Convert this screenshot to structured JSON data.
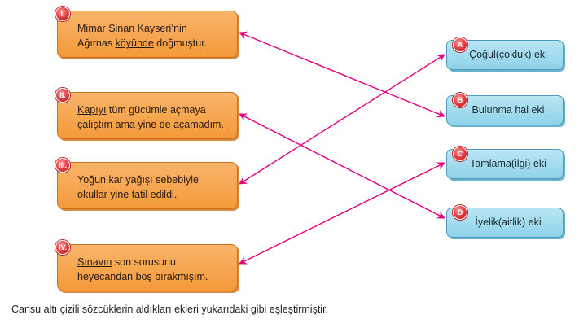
{
  "left_items": [
    {
      "marker": "I.",
      "line1_before": "Mimar Sinan Kayseri’nin",
      "line2_before": "Ağırnas ",
      "underlined": "köyünde",
      "line2_after": " doğmuştur."
    },
    {
      "marker": "II.",
      "line1_before": "",
      "underlined": "Kapıyı",
      "line1_after": " tüm gücümle açmaya",
      "line2": "çalıştım ama yine de açamadım."
    },
    {
      "marker": "III.",
      "line1": "Yoğun kar yağışı sebebiyle",
      "underlined": "okullar",
      "line2_after": " yine tatil edildi."
    },
    {
      "marker": "IV.",
      "underlined": "Sınavın",
      "line1_after": " son sorusunu",
      "line2": "heyecandan boş bırakmışım."
    }
  ],
  "right_items": [
    {
      "marker": "A",
      "label": "Çoğul(çokluk) eki"
    },
    {
      "marker": "B",
      "label": "Bulunma hal eki"
    },
    {
      "marker": "C",
      "label": "Tamlama(ilgi) eki"
    },
    {
      "marker": "D",
      "label": "İyelik(aitlik) eki"
    }
  ],
  "matches": [
    {
      "from": "I.",
      "to": "B"
    },
    {
      "from": "II.",
      "to": "D"
    },
    {
      "from": "III.",
      "to": "A"
    },
    {
      "from": "IV.",
      "to": "C"
    }
  ],
  "caption": "Cansu altı çizili sözcüklerin aldıkları ekleri yukarıdaki gibi eşleştirmiştir.",
  "colors": {
    "left_box": "#f49a3a",
    "right_box": "#8fd2ea",
    "badge": "#e2373a",
    "arrow": "#e5007e"
  }
}
